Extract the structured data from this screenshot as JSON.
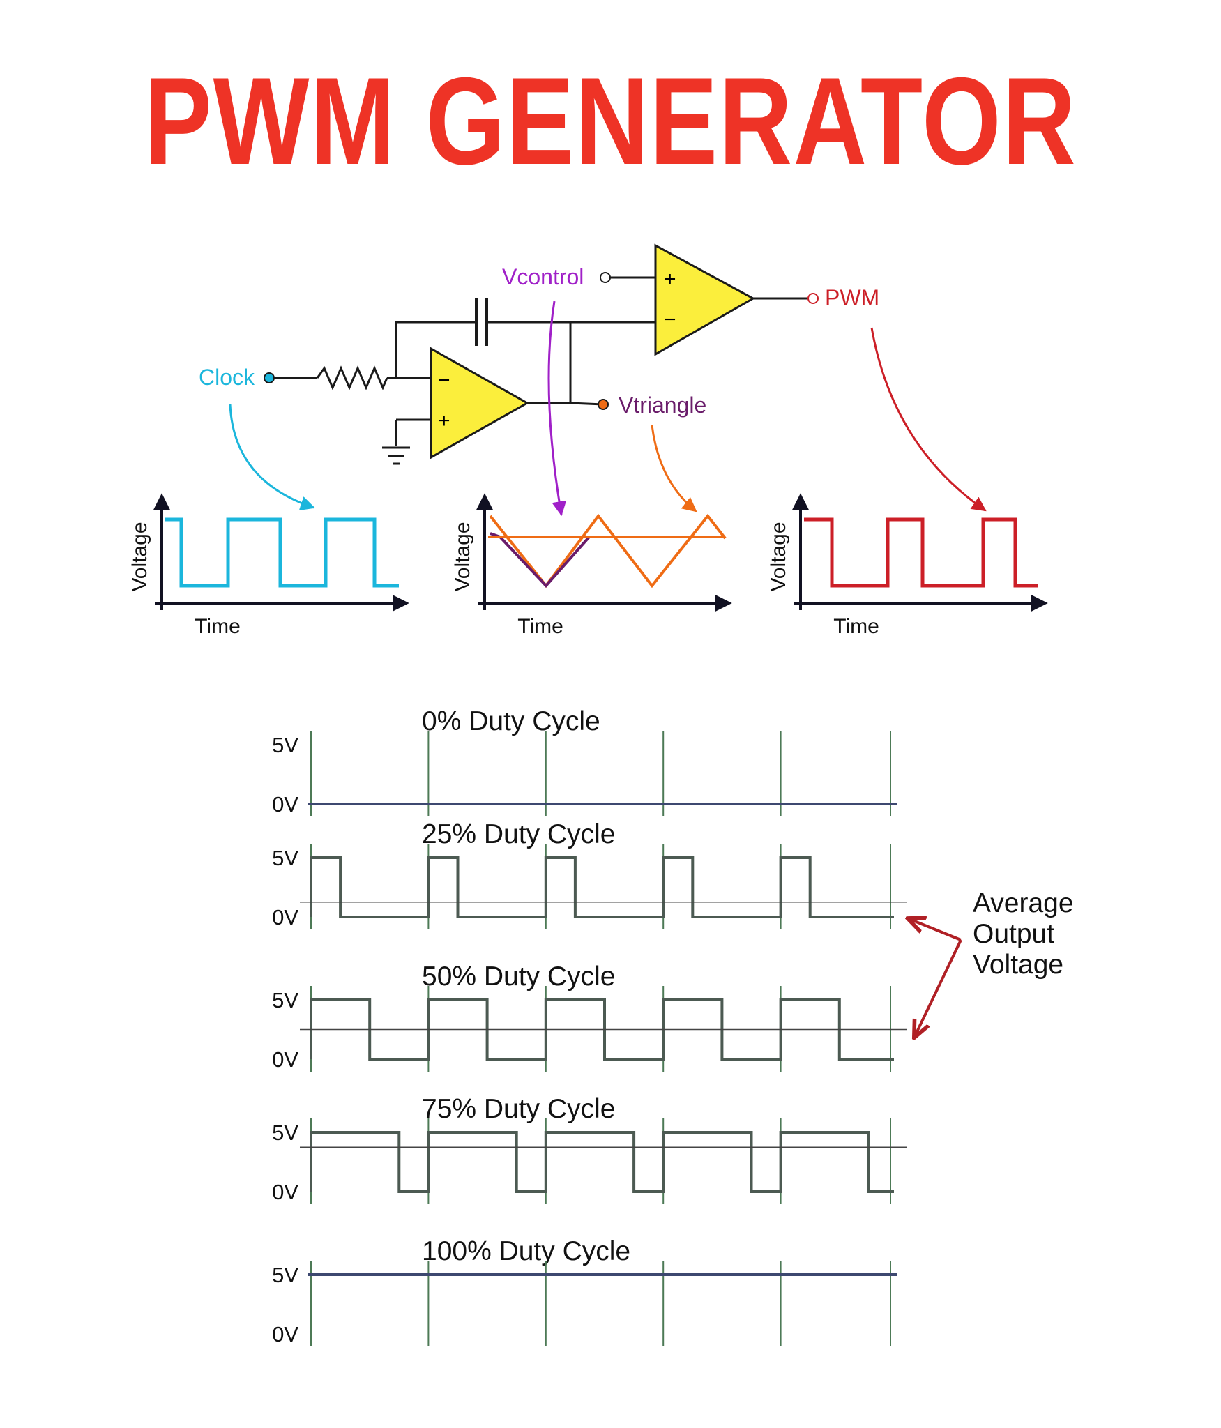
{
  "title": "PWM GENERATOR",
  "colors": {
    "title": "#ee3326",
    "clock": "#1bb6dc",
    "vcontrol": "#a020c8",
    "vtriangle_line": "#ef6c15",
    "vtriangle_label": "#6a1c6a",
    "pwm": "#cc1f27",
    "opamp_fill": "#fbee3c",
    "duty_trace": "#4c5a52",
    "duty_flat": "#3d4870",
    "duty_grid": "#4d7a56",
    "avg_arrow": "#b02025"
  },
  "circuit": {
    "labels": {
      "clock": "Clock",
      "vcontrol": "Vcontrol",
      "vtriangle": "Vtriangle",
      "pwm": "PWM"
    },
    "opamp_signs": {
      "plus": "+",
      "minus": "−"
    }
  },
  "waveform_plots": [
    {
      "name": "clock",
      "ylabel": "Voltage",
      "xlabel": "Time",
      "signal": "square"
    },
    {
      "name": "triangle",
      "ylabel": "Voltage",
      "xlabel": "Time",
      "signal": "triangle vs. control level"
    },
    {
      "name": "pwm",
      "ylabel": "Voltage",
      "xlabel": "Time",
      "signal": "pwm"
    }
  ],
  "duty_cycle": {
    "v_high_label": "5V",
    "v_low_label": "0V",
    "average_note": [
      "Average",
      "Output",
      "Voltage"
    ],
    "periods": 5,
    "rows": [
      {
        "title": "0% Duty Cycle",
        "duty": 0
      },
      {
        "title": "25% Duty Cycle",
        "duty": 0.25
      },
      {
        "title": "50% Duty Cycle",
        "duty": 0.5
      },
      {
        "title": "75% Duty Cycle",
        "duty": 0.75
      },
      {
        "title": "100% Duty Cycle",
        "duty": 1
      }
    ]
  }
}
